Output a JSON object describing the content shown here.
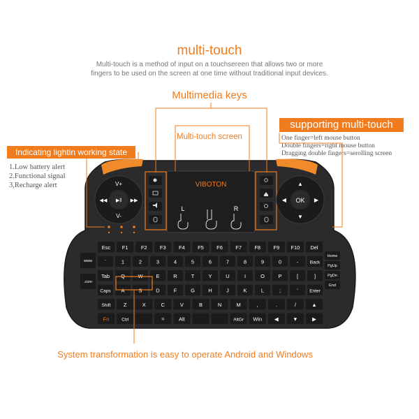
{
  "title": "multi-touch",
  "description_lines": [
    "Multi-touch is a method of input on a touchsereen that allows two or more",
    "fingers to be used on the screen at one time without traditional input devices."
  ],
  "multimedia_label": "Multimedia keys",
  "multitouch_screen_label": "Multi-touch screen",
  "supporting": {
    "heading": "supporting multi-touch",
    "lines": [
      "One finger=left mouse button",
      "Double fingers=right mouse button",
      "Dragging double fingers=serolling screen"
    ]
  },
  "indicating": {
    "heading": "Indicating lightin working state",
    "items": [
      "1.Low battery alert",
      "2.Functional signal",
      "3,Recharge alert"
    ]
  },
  "system_transformation": "System transformation is easy to operate Android and Windows",
  "keyboard": {
    "brand": "VIBOTON",
    "dpad_center": "OK",
    "vol_up": "V+",
    "vol_down": "V-",
    "touch_left": "L",
    "touch_right": "R",
    "rows": [
      [
        "Esc",
        "F1",
        "F2",
        "F3",
        "F4",
        "F5",
        "F6",
        "F7",
        "F8",
        "F9",
        "F10",
        "Del"
      ],
      [
        "`",
        "1",
        "2",
        "3",
        "4",
        "5",
        "6",
        "7",
        "8",
        "9",
        "0",
        "-",
        "Back"
      ],
      [
        "Tab",
        "Q",
        "W",
        "E",
        "R",
        "T",
        "Y",
        "U",
        "I",
        "O",
        "P",
        "[",
        "]"
      ],
      [
        "Caps",
        "A",
        "S",
        "D",
        "F",
        "G",
        "H",
        "J",
        "K",
        "L",
        ";",
        "'",
        "Enter"
      ],
      [
        "Shift",
        "Z",
        "X",
        "C",
        "V",
        "B",
        "N",
        "M",
        ",",
        ".",
        "/",
        "▲"
      ],
      [
        "Fn",
        "Ctrl",
        "",
        "=",
        "Alt",
        "",
        "",
        "AltGr",
        "Win",
        "◀",
        "▼",
        "▶"
      ]
    ],
    "side_left": [
      "www",
      ".com"
    ],
    "side_right": [
      "Home",
      "PgUp",
      "PgDn",
      "End"
    ],
    "colors": {
      "body": "#2b2b2d",
      "key": "#1b1b1c",
      "accent": "#f07c1e",
      "keytext": "#ffffff"
    }
  }
}
